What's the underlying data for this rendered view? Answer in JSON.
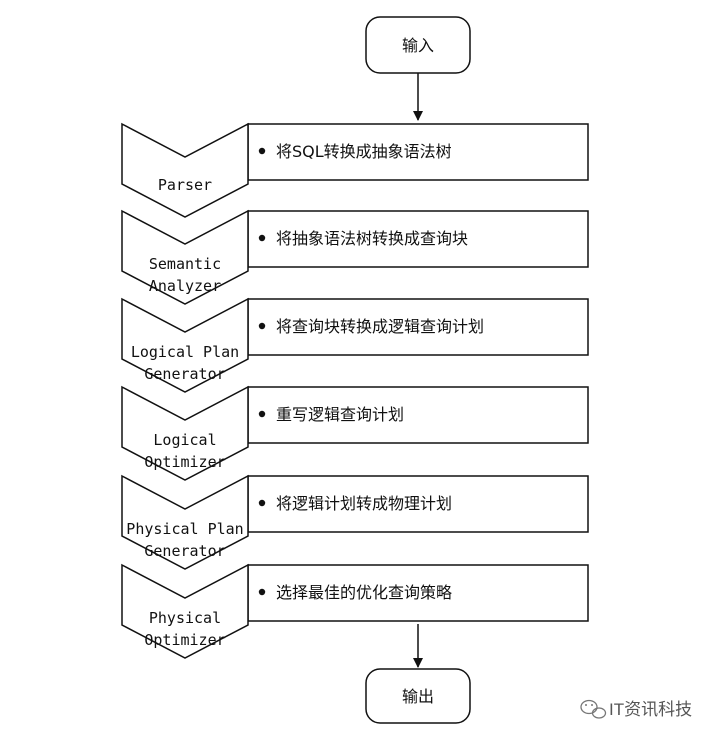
{
  "start_label": "输入",
  "end_label": "输出",
  "stages": [
    {
      "name_lines": [
        "Parser"
      ],
      "description": "将SQL转换成抽象语法树"
    },
    {
      "name_lines": [
        "Semantic",
        "Analyzer"
      ],
      "description": "将抽象语法树转换成查询块"
    },
    {
      "name_lines": [
        "Logical Plan",
        "Generator"
      ],
      "description": "将查询块转换成逻辑查询计划"
    },
    {
      "name_lines": [
        "Logical",
        "Optimizer"
      ],
      "description": "重写逻辑查询计划"
    },
    {
      "name_lines": [
        "Physical Plan",
        "Generator"
      ],
      "description": "将逻辑计划转成物理计划"
    },
    {
      "name_lines": [
        "Physical",
        "Optimizer"
      ],
      "description": "选择最佳的优化查询策略"
    }
  ],
  "watermark": "IT资讯科技",
  "colors": {
    "stroke": "#111111",
    "watermark": "#555555"
  }
}
